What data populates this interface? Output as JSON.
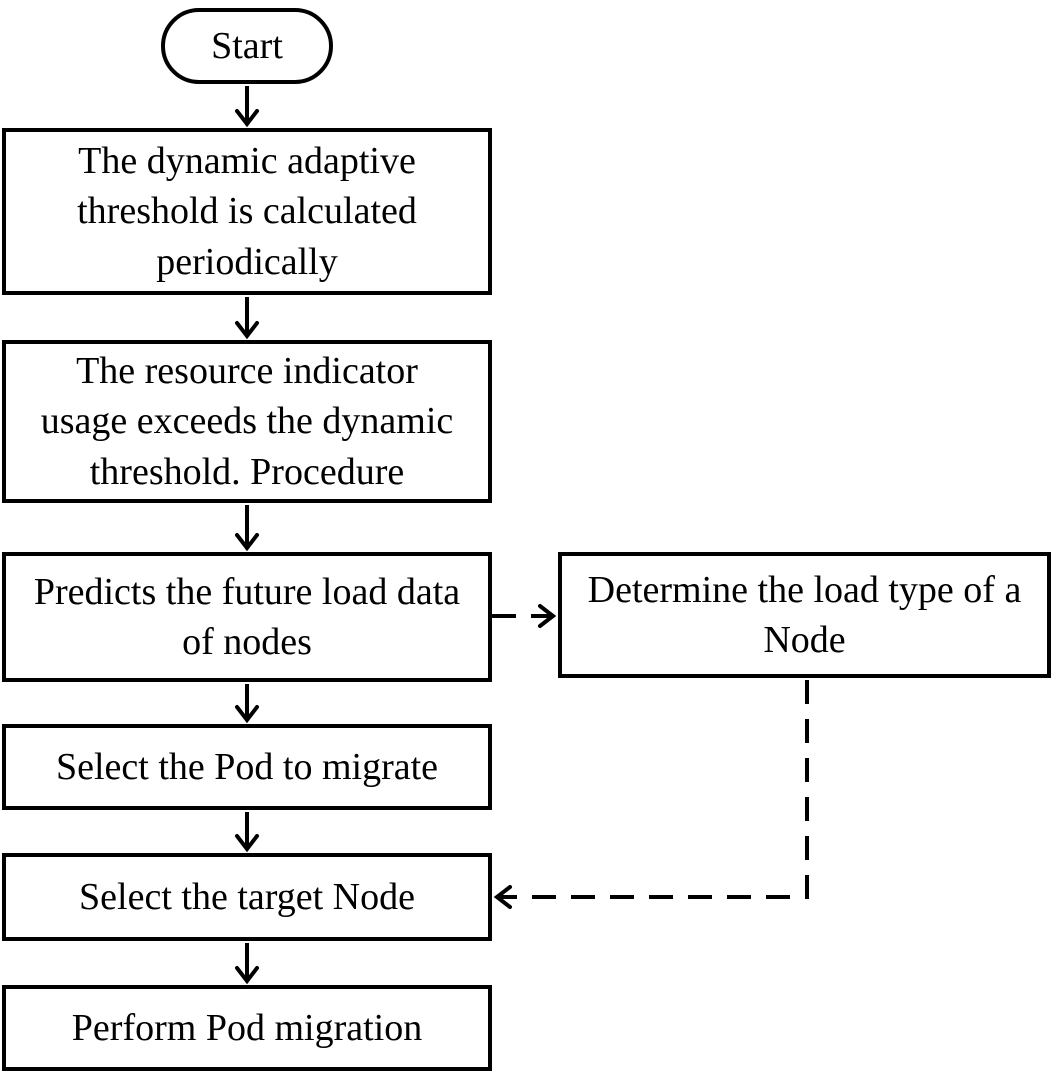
{
  "figure": {
    "type": "flowchart",
    "background_color": "#ffffff",
    "line_color": "#000000",
    "nodes": [
      {
        "id": "start",
        "shape": "terminator",
        "label": "Start"
      },
      {
        "id": "calc-threshold",
        "shape": "process",
        "label": "The dynamic adaptive\nthreshold is calculated\nperiodically"
      },
      {
        "id": "exceed-threshold",
        "shape": "process",
        "label": "The resource indicator\nusage exceeds the dynamic\nthreshold. Procedure"
      },
      {
        "id": "predict-load",
        "shape": "process",
        "label": "Predicts the future load data\nof nodes"
      },
      {
        "id": "determine-load-type",
        "shape": "process",
        "label": "Determine the load type of a\nNode"
      },
      {
        "id": "select-pod",
        "shape": "process",
        "label": "Select the Pod to migrate"
      },
      {
        "id": "select-target-node",
        "shape": "process",
        "label": "Select the target Node"
      },
      {
        "id": "perform-migration",
        "shape": "process",
        "label": "Perform Pod migration"
      }
    ],
    "edges": [
      {
        "from": "start",
        "to": "calc-threshold",
        "style": "solid",
        "arrow": "end"
      },
      {
        "from": "calc-threshold",
        "to": "exceed-threshold",
        "style": "solid",
        "arrow": "end"
      },
      {
        "from": "exceed-threshold",
        "to": "predict-load",
        "style": "solid",
        "arrow": "end"
      },
      {
        "from": "predict-load",
        "to": "select-pod",
        "style": "solid",
        "arrow": "end"
      },
      {
        "from": "select-pod",
        "to": "select-target-node",
        "style": "solid",
        "arrow": "end"
      },
      {
        "from": "select-target-node",
        "to": "perform-migration",
        "style": "solid",
        "arrow": "end"
      },
      {
        "from": "predict-load",
        "to": "determine-load-type",
        "style": "dashed",
        "arrow": "end"
      },
      {
        "from": "determine-load-type",
        "to": "select-target-node",
        "style": "dashed",
        "arrow": "end"
      }
    ]
  }
}
